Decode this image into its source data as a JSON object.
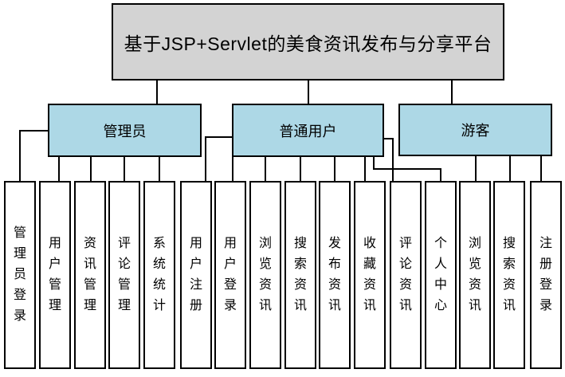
{
  "diagram": {
    "title": "基于JSP+Servlet的美食资讯发布与分享平台",
    "colors": {
      "root_fill": "#d3d3d3",
      "actor_fill": "#add8e6",
      "leaf_fill": "#ffffff",
      "line": "#000000"
    },
    "actors": [
      {
        "label": "管理员",
        "children": [
          "管理员登录",
          "用户管理",
          "资讯管理",
          "评论管理",
          "系统统计"
        ]
      },
      {
        "label": "普通用户",
        "children": [
          "用户注册",
          "用户登录",
          "浏览资讯",
          "搜索资讯",
          "发布资讯",
          "收藏资讯",
          "评论资讯",
          "个人中心"
        ]
      },
      {
        "label": "游客",
        "children": [
          "浏览资讯",
          "搜索资讯",
          "注册登录"
        ]
      }
    ]
  }
}
